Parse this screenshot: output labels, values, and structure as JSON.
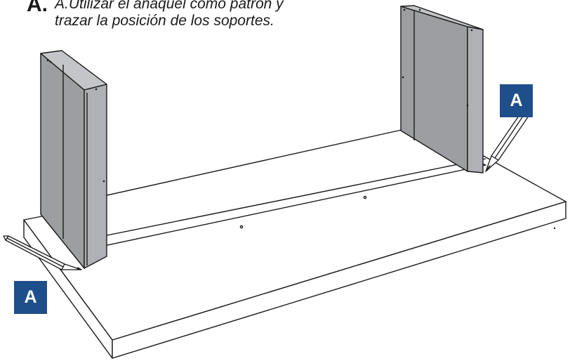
{
  "instruction": {
    "step_letter": "A.",
    "line1": "A.Utilizar el anaquel como patrón y",
    "line2": "trazar la posición de los soportes."
  },
  "callouts": {
    "right": "A",
    "left": "A"
  },
  "colors": {
    "callout_background": "#1f4f8a",
    "panel_fill": "#a9aaad",
    "board_fill": "#ffffff",
    "outline": "#1a1a1a"
  }
}
